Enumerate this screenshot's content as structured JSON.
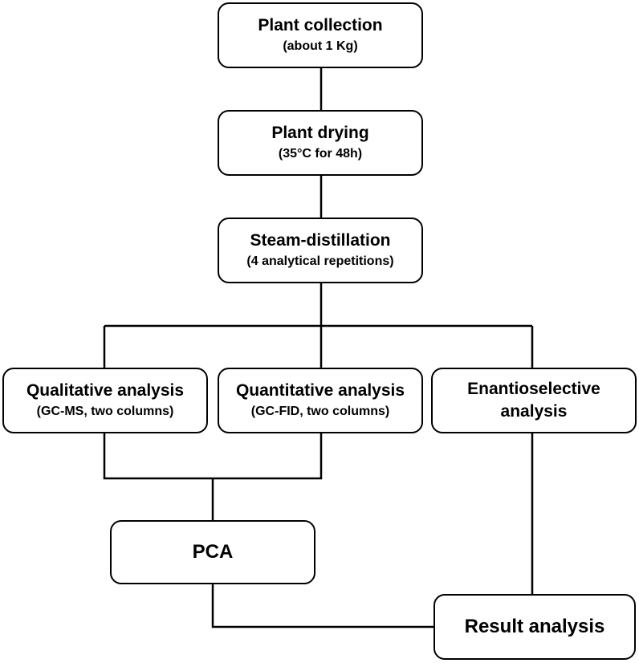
{
  "nodes": {
    "collection": {
      "title": "Plant collection",
      "sub": "(about 1 Kg)"
    },
    "drying": {
      "title": "Plant drying",
      "sub": "(35°C for 48h)"
    },
    "distillation": {
      "title": "Steam-distillation",
      "sub": "(4 analytical repetitions)"
    },
    "qualitative": {
      "title": "Qualitative analysis",
      "sub": "(GC-MS, two columns)"
    },
    "quantitative": {
      "title": "Quantitative analysis",
      "sub": "(GC-FID, two columns)"
    },
    "enantio": {
      "line1": "Enantioselective",
      "line2": "analysis"
    },
    "pca": {
      "title": "PCA"
    },
    "result": {
      "title": "Result analysis"
    }
  }
}
